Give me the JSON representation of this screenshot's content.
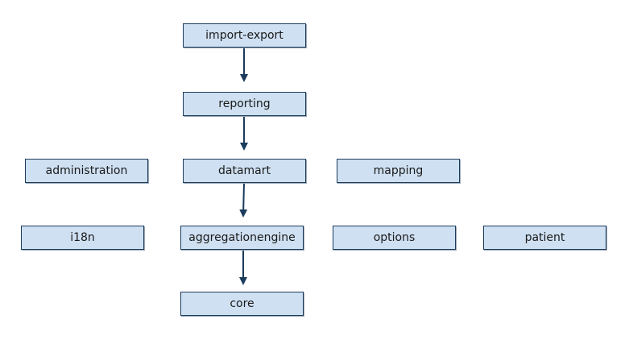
{
  "diagram": {
    "nodes": [
      {
        "id": "import-export",
        "label": "import-export"
      },
      {
        "id": "reporting",
        "label": "reporting"
      },
      {
        "id": "administration",
        "label": "administration"
      },
      {
        "id": "datamart",
        "label": "datamart"
      },
      {
        "id": "mapping",
        "label": "mapping"
      },
      {
        "id": "i18n",
        "label": "i18n"
      },
      {
        "id": "aggregationengine",
        "label": "aggregationengine"
      },
      {
        "id": "options",
        "label": "options"
      },
      {
        "id": "patient",
        "label": "patient"
      },
      {
        "id": "core",
        "label": "core"
      }
    ],
    "edges": [
      {
        "from": "import-export",
        "to": "reporting"
      },
      {
        "from": "reporting",
        "to": "datamart"
      },
      {
        "from": "datamart",
        "to": "aggregationengine"
      },
      {
        "from": "aggregationengine",
        "to": "core"
      }
    ],
    "colors": {
      "node_fill": "#cfe0f2",
      "node_border": "#1b3b5c",
      "edge": "#1b3b5c"
    }
  }
}
